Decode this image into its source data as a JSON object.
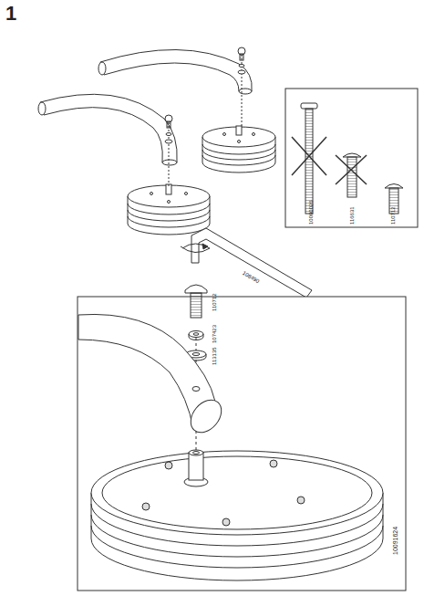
{
  "diagram": {
    "labels": [
      "1",
      "10090026",
      "116631",
      "110712",
      "108490",
      "110712",
      "107423",
      "113135",
      "10091624"
    ]
  }
}
